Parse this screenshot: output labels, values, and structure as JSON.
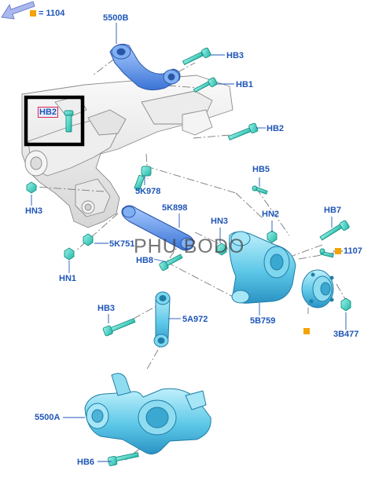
{
  "legend": {
    "marker_color": "#f5a300",
    "text": "= 1104"
  },
  "watermark": "PHU BODO",
  "colors": {
    "label": "#1f56b8",
    "part_fill": "#5ec8e8",
    "fastener_fill": "#2fd3c3",
    "arm_fill": "#4f8fe6",
    "highlight_box": "#e0264b"
  },
  "labels": {
    "p5500B": "5500B",
    "hb3_top": "HB3",
    "hb1": "HB1",
    "hb2_boxed": "HB2",
    "hb2": "HB2",
    "hn3_left": "HN3",
    "p5K978": "5K978",
    "hb5": "HB5",
    "p5K898": "5K898",
    "hn3_mid": "HN3",
    "hn2": "HN2",
    "hb7": "HB7",
    "p1107": "1107",
    "p5K751": "5K751",
    "hb8": "HB8",
    "hn1": "HN1",
    "p5B759": "5B759",
    "p3B477": "3B477",
    "hb3_low": "HB3",
    "p5A972": "5A972",
    "p5500A": "5500A",
    "hb6": "HB6"
  },
  "nav_icon": "arrow-down-left-icon"
}
